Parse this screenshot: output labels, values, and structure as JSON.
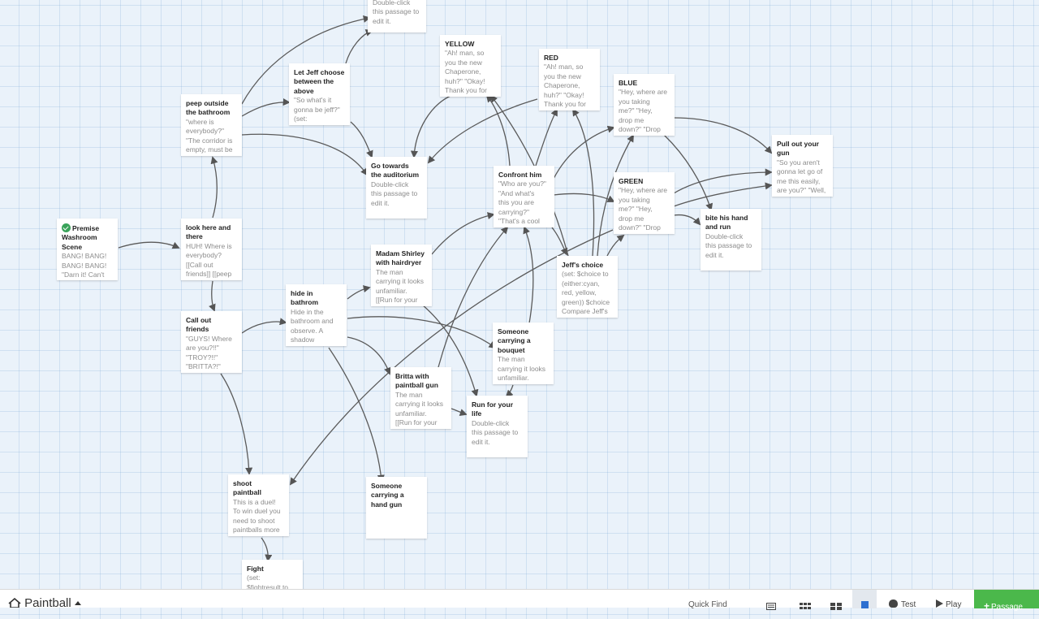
{
  "story": {
    "name": "Paintball"
  },
  "toolbar": {
    "quick_find": "Quick Find",
    "test_label": "Test",
    "play_label": "Play",
    "new_passage_label": "Passage",
    "icons": [
      "home-icon",
      "caret-up-icon",
      "zoom-titles-excerpts-icon",
      "zoom-titles-icon",
      "zoom-structure-icon",
      "zoom-map-icon",
      "bug-icon",
      "play-icon",
      "plus-icon"
    ]
  },
  "colors": {
    "background": "#eaf2fa",
    "grid": "#b8d0e8",
    "link_arrow": "#555555",
    "start_badge": "#3aa35a",
    "new_passage_button": "#4bb84b",
    "passage_title": "#222222",
    "passage_excerpt": "#8c8c8c"
  },
  "passages": [
    {
      "id": "top",
      "title": "",
      "excerpt": "Double-click\nthis passage to\nedit it."
    },
    {
      "id": "yellow",
      "title": "YELLOW",
      "excerpt": "\"Ah! man, so\nyou the new\nChaperone,\nhuh?\" \"Okay!\nThank you for"
    },
    {
      "id": "red",
      "title": "RED",
      "excerpt": "\"Ah! man, so\nyou the new\nChaperone,\nhuh?\" \"Okay!\nThank you for"
    },
    {
      "id": "blue",
      "title": "BLUE",
      "excerpt": "\"Hey, where are\nyou taking\nme?\" \"Hey,\ndrop me\ndown?\" \"Drop"
    },
    {
      "id": "letjeff",
      "title": "Let Jeff choose\nbetween the\nabove",
      "excerpt": "\"So what's it\ngonna be jeff?\"\n(set:"
    },
    {
      "id": "peep",
      "title": "peep outside\nthe bathroom",
      "excerpt": "\"where is\neverybody?\"\n\"The corridor is\nempty, must be"
    },
    {
      "id": "pullout",
      "title": "Pull out your\ngun",
      "excerpt": "\"So you aren't\ngonna let go of\nme this easily,\nare you?\" \"Well,"
    },
    {
      "id": "goaud",
      "title": "Go towards\nthe auditorium",
      "excerpt": "Double-click\nthis passage to\nedit it."
    },
    {
      "id": "confront",
      "title": "Confront him",
      "excerpt": "\"Who are you?\"\n\"And what's\nthis you are\ncarrying?\"\n\"That's a cool"
    },
    {
      "id": "green",
      "title": "GREEN",
      "excerpt": "\"Hey, where are\nyou taking\nme?\" \"Hey,\ndrop me\ndown?\" \"Drop"
    },
    {
      "id": "bite",
      "title": "bite his hand\nand run",
      "excerpt": "Double-click\nthis passage to\nedit it."
    },
    {
      "id": "premise",
      "title": "Premise\nWashroom\nScene",
      "excerpt": "BANG! BANG!\nBANG! BANG!\n\"Darn it! Can't",
      "start": true
    },
    {
      "id": "lookhere",
      "title": "look here and\nthere",
      "excerpt": "HUH! Where is\neverybody?\n[[Call out\nfriends]] [[peep"
    },
    {
      "id": "madam",
      "title": "Madam Shirley\nwith hairdryer",
      "excerpt": "The man\ncarrying it looks\nunfamiliar.\n[[Run for your"
    },
    {
      "id": "jeffchoice",
      "title": "Jeff's choice",
      "excerpt": "(set: $choice to\n(either:cyan,\nred, yellow,\ngreen)) $choice\nCompare Jeff's"
    },
    {
      "id": "hide",
      "title": "hide in\nbathrom",
      "excerpt": "Hide in the\nbathroom and\nobserve. A\nshadow"
    },
    {
      "id": "callout",
      "title": "Call out\nfriends",
      "excerpt": "\"GUYS! Where\nare you?!!\"\n\"TROY?!!\"\n\"BRITTA?!\""
    },
    {
      "id": "bouquet",
      "title": "Someone\ncarrying a\nbouquet",
      "excerpt": "The man\ncarrying it looks\nunfamiliar."
    },
    {
      "id": "britta",
      "title": "Britta with\npaintball gun",
      "excerpt": "The man\ncarrying it looks\nunfamiliar.\n[[Run for your"
    },
    {
      "id": "runlife",
      "title": "Run for your\nlife",
      "excerpt": "Double-click\nthis passage to\nedit it."
    },
    {
      "id": "shoot",
      "title": "shoot\npaintball",
      "excerpt": "This is a duel!\nTo win duel you\nneed to shoot\npaintballs more"
    },
    {
      "id": "handgun",
      "title": "Someone\ncarrying a\nhand gun",
      "excerpt": ""
    },
    {
      "id": "fight",
      "title": "Fight",
      "excerpt": "(set:\n$fightresult to"
    }
  ]
}
